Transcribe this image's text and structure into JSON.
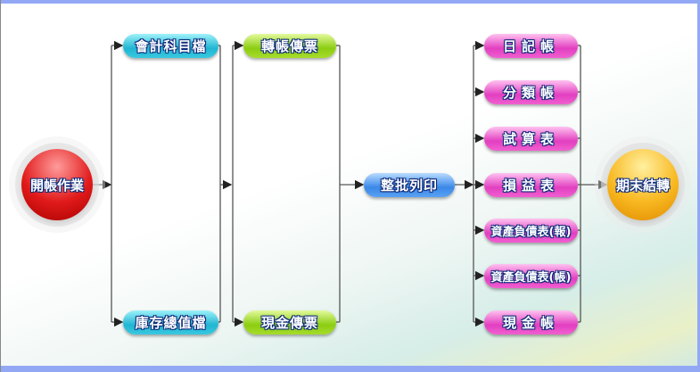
{
  "start": {
    "label": "開帳作業"
  },
  "column1": [
    {
      "label": "會計科目檔"
    },
    {
      "label": "庫存總值檔"
    }
  ],
  "column2": [
    {
      "label": "轉帳傳票"
    },
    {
      "label": "現金傳票"
    }
  ],
  "print": {
    "label": "整批列印"
  },
  "reports": [
    {
      "label": "日記帳"
    },
    {
      "label": "分類帳"
    },
    {
      "label": "試算表"
    },
    {
      "label": "損益表"
    },
    {
      "label": "資產負債表(報)"
    },
    {
      "label": "資產負債表(帳)"
    },
    {
      "label": "現金帳"
    }
  ],
  "end": {
    "label": "期末結轉"
  },
  "colors": {
    "border": "#93a8f5",
    "start": "#e11a1a",
    "end": "#f8b820",
    "reports": "#e23fc0"
  }
}
